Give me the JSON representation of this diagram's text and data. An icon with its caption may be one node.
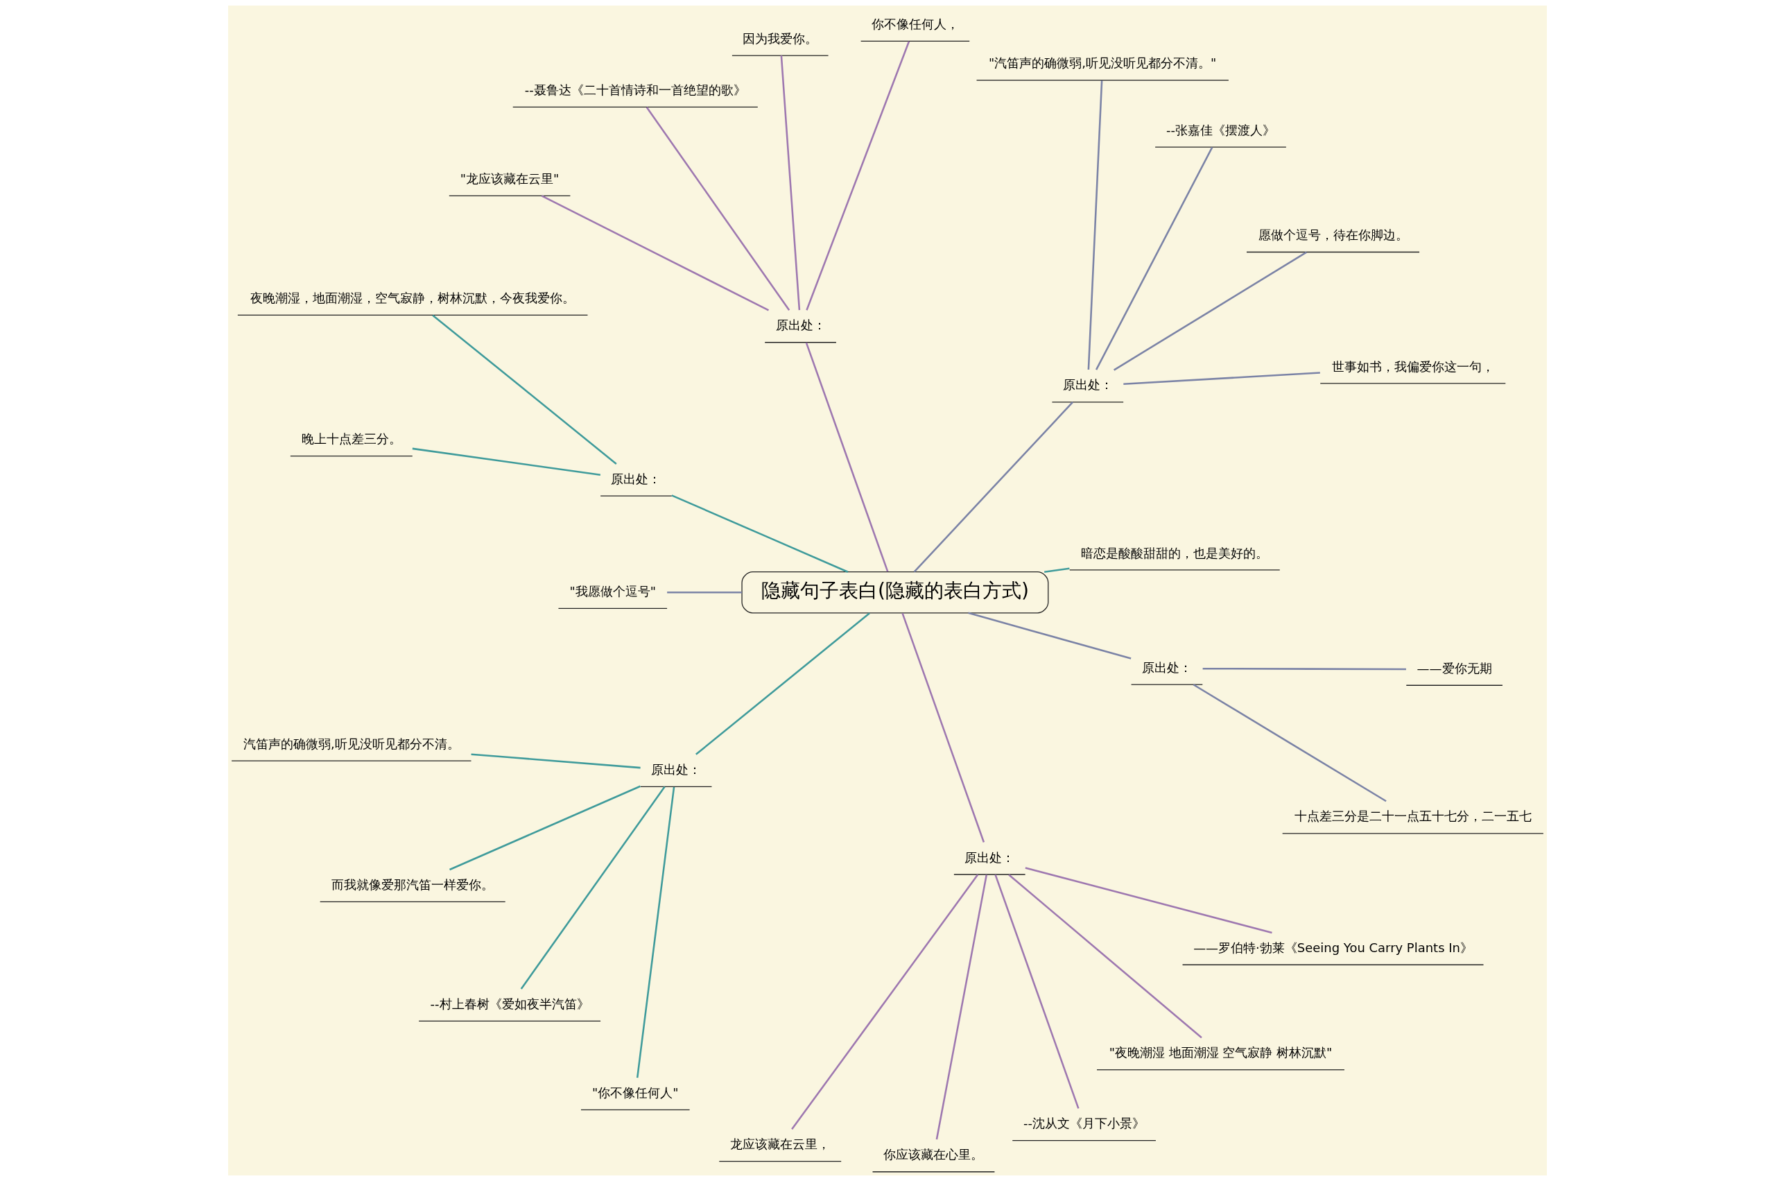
{
  "diagram": {
    "nodes": [
      {
        "text": [
          "隐藏句子表白(隐藏的表白方式)"
        ]
      },
      {
        "text": [
          "暗恋是酸酸甜甜的，也是美好的。"
        ]
      },
      {
        "text": [
          "原出处："
        ]
      },
      {
        "text": [
          "世事如书，我偏爱你这一句，"
        ]
      },
      {
        "text": [
          "愿做个逗号，待在你脚边。"
        ]
      },
      {
        "text": [
          "--张嘉佳《摆渡人》"
        ]
      },
      {
        "text": [
          "\"汽笛声的确微弱,听见没听见都分不清。\""
        ]
      },
      {
        "text": [
          "原出处："
        ]
      },
      {
        "text": [
          "你不像任何人，"
        ]
      },
      {
        "text": [
          "因为我爱你。"
        ]
      },
      {
        "text": [
          "--聂鲁达《二十首情诗和一首绝望的歌》"
        ]
      },
      {
        "text": [
          "\"龙应该藏在云里\""
        ]
      },
      {
        "text": [
          "原出处："
        ]
      },
      {
        "text": [
          "夜晚潮湿，地面潮湿，空气寂静，树林沉默，今夜我爱你。"
        ]
      },
      {
        "text": [
          "晚上十点差三分。"
        ]
      },
      {
        "text": [
          "\"我愿做个逗号\""
        ]
      },
      {
        "text": [
          "原出处："
        ]
      },
      {
        "text": [
          "汽笛声的确微弱,听见没听见都分不清。"
        ]
      },
      {
        "text": [
          "而我就像爱那汽笛一样爱你。"
        ]
      },
      {
        "text": [
          "--村上春树《爱如夜半汽笛》"
        ]
      },
      {
        "text": [
          "\"你不像任何人\""
        ]
      },
      {
        "text": [
          "原出处："
        ]
      },
      {
        "text": [
          "龙应该藏在云里，"
        ]
      },
      {
        "text": [
          "你应该藏在心里。"
        ]
      },
      {
        "text": [
          "--沈从文《月下小景》"
        ]
      },
      {
        "text": [
          "\"夜晚潮湿 地面潮湿 空气寂静 树林沉默\""
        ]
      },
      {
        "text": [
          "——罗伯特·勃莱《Seeing You Carry Plants In》"
        ]
      },
      {
        "text": [
          "原出处："
        ]
      },
      {
        "text": [
          "十点差三分是二十一点五十七分，二一五七"
        ]
      },
      {
        "text": [
          "——爱你无期"
        ]
      }
    ],
    "edges": [
      {
        "from": 0,
        "to": 1,
        "arrow": "none",
        "color": "#3f9b9b"
      },
      {
        "from": 0,
        "to": 2,
        "arrow": "none",
        "color": "#7b83a6"
      },
      {
        "from": 2,
        "to": 3,
        "arrow": "none",
        "color": "#7b83a6"
      },
      {
        "from": 2,
        "to": 4,
        "arrow": "none",
        "color": "#7b83a6"
      },
      {
        "from": 2,
        "to": 5,
        "arrow": "none",
        "color": "#7b83a6"
      },
      {
        "from": 2,
        "to": 6,
        "arrow": "none",
        "color": "#7b83a6"
      },
      {
        "from": 0,
        "to": 7,
        "arrow": "none",
        "color": "#9e78b0"
      },
      {
        "from": 7,
        "to": 8,
        "arrow": "none",
        "color": "#9e78b0"
      },
      {
        "from": 7,
        "to": 9,
        "arrow": "none",
        "color": "#9e78b0"
      },
      {
        "from": 7,
        "to": 10,
        "arrow": "none",
        "color": "#9e78b0"
      },
      {
        "from": 7,
        "to": 11,
        "arrow": "none",
        "color": "#9e78b0"
      },
      {
        "from": 0,
        "to": 12,
        "arrow": "none",
        "color": "#3f9b9b"
      },
      {
        "from": 12,
        "to": 13,
        "arrow": "none",
        "color": "#3f9b9b"
      },
      {
        "from": 12,
        "to": 14,
        "arrow": "none",
        "color": "#3f9b9b"
      },
      {
        "from": 0,
        "to": 15,
        "arrow": "none",
        "color": "#7b83a6"
      },
      {
        "from": 0,
        "to": 16,
        "arrow": "none",
        "color": "#3f9b9b"
      },
      {
        "from": 16,
        "to": 17,
        "arrow": "none",
        "color": "#3f9b9b"
      },
      {
        "from": 16,
        "to": 18,
        "arrow": "none",
        "color": "#3f9b9b"
      },
      {
        "from": 16,
        "to": 19,
        "arrow": "none",
        "color": "#3f9b9b"
      },
      {
        "from": 16,
        "to": 20,
        "arrow": "none",
        "color": "#3f9b9b"
      },
      {
        "from": 0,
        "to": 21,
        "arrow": "none",
        "color": "#9e78b0"
      },
      {
        "from": 21,
        "to": 22,
        "arrow": "none",
        "color": "#9e78b0"
      },
      {
        "from": 21,
        "to": 23,
        "arrow": "none",
        "color": "#9e78b0"
      },
      {
        "from": 21,
        "to": 24,
        "arrow": "none",
        "color": "#9e78b0"
      },
      {
        "from": 21,
        "to": 25,
        "arrow": "none",
        "color": "#9e78b0"
      },
      {
        "from": 21,
        "to": 26,
        "arrow": "none",
        "color": "#9e78b0"
      },
      {
        "from": 0,
        "to": 27,
        "arrow": "none",
        "color": "#7b83a6"
      },
      {
        "from": 27,
        "to": 28,
        "arrow": "none",
        "color": "#7b83a6"
      },
      {
        "from": 27,
        "to": 29,
        "arrow": "none",
        "color": "#7b83a6"
      }
    ]
  }
}
